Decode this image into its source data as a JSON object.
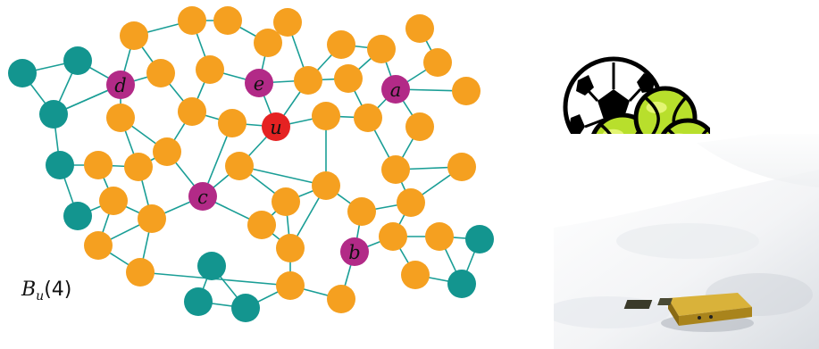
{
  "colors": {
    "edge": "#1a9e96",
    "orange_node": "#f5a020",
    "teal_node": "#13958f",
    "labeled_node": "#b22a87",
    "center_node": "#e52222",
    "tennis_ball": "#b8df2c",
    "soccer_ball": "#ffffff"
  },
  "graph": {
    "ball_label": "B",
    "ball_label_subscript": "u",
    "ball_label_suffix": "(4)",
    "node_labels": {
      "a": "a",
      "b": "b",
      "c": "c",
      "d": "d",
      "e": "e",
      "u": "u"
    }
  },
  "illustration": {
    "icons": [
      "soccer-ball-icon",
      "tennis-ball-icon"
    ],
    "photo": "sensor-device-on-snow"
  }
}
